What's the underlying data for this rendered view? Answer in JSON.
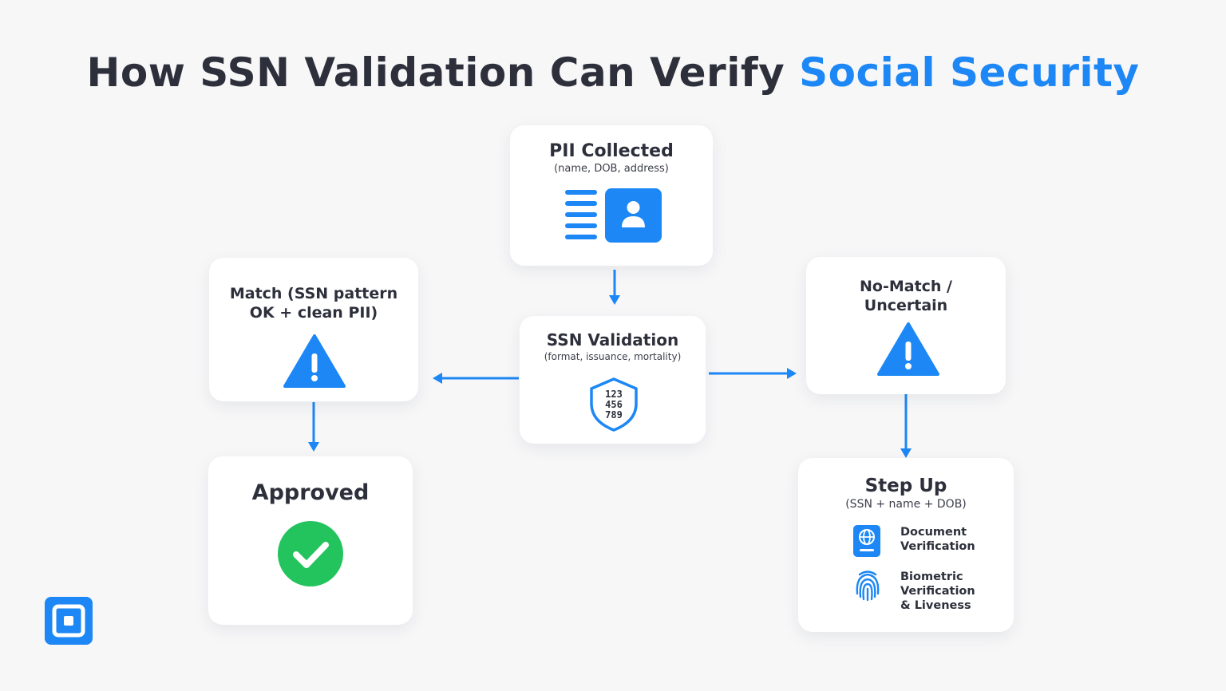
{
  "title": {
    "main": "How SSN Validation Can Verify ",
    "accent": "Social Security"
  },
  "nodes": {
    "pii": {
      "title": "PII Collected",
      "subtitle": "(name, DOB, address)"
    },
    "ssn": {
      "title": "SSN Validation",
      "subtitle": "(format, issuance, mortality)",
      "shield_digits": [
        "123",
        "456",
        "789"
      ]
    },
    "match": {
      "title_line1": "Match (SSN pattern",
      "title_line2": "OK + clean PII)"
    },
    "nomatch": {
      "title_line1": "No-Match /",
      "title_line2": "Uncertain"
    },
    "approved": {
      "title": "Approved"
    },
    "stepup": {
      "title": "Step Up",
      "subtitle": "(SSN + name + DOB)",
      "items": [
        {
          "line1": "Document",
          "line2": "Verification",
          "icon": "passport-icon"
        },
        {
          "line1": "Biometric",
          "line2": "Verification",
          "line3": "& Liveness",
          "icon": "fingerprint-icon"
        }
      ]
    }
  },
  "colors": {
    "accent": "#1c87f5",
    "success": "#23c45e",
    "text": "#2d2f3b",
    "background": "#f7f7f8"
  }
}
